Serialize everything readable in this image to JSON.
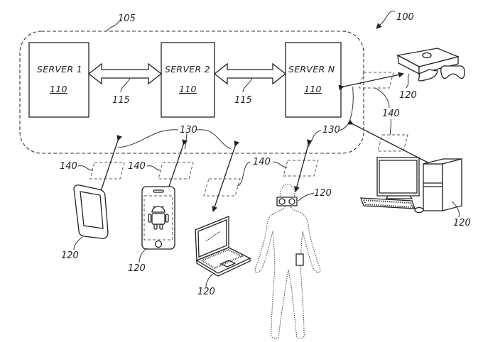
{
  "figure": {
    "system_ref": "100",
    "server_group_ref": "105",
    "servers": [
      {
        "name": "SERVER 1",
        "ref": "110"
      },
      {
        "name": "SERVER 2",
        "ref": "110"
      },
      {
        "name": "SERVER N",
        "ref": "110"
      }
    ],
    "server_link_ref": "115",
    "network_link_ref": "130",
    "wireless_zone_ref": "140",
    "client_device_ref": "120",
    "client_devices": [
      {
        "type": "tablet"
      },
      {
        "type": "smartphone"
      },
      {
        "type": "laptop"
      },
      {
        "type": "head-mounted-display-on-person"
      },
      {
        "type": "desktop-computer"
      },
      {
        "type": "game-console"
      }
    ]
  }
}
